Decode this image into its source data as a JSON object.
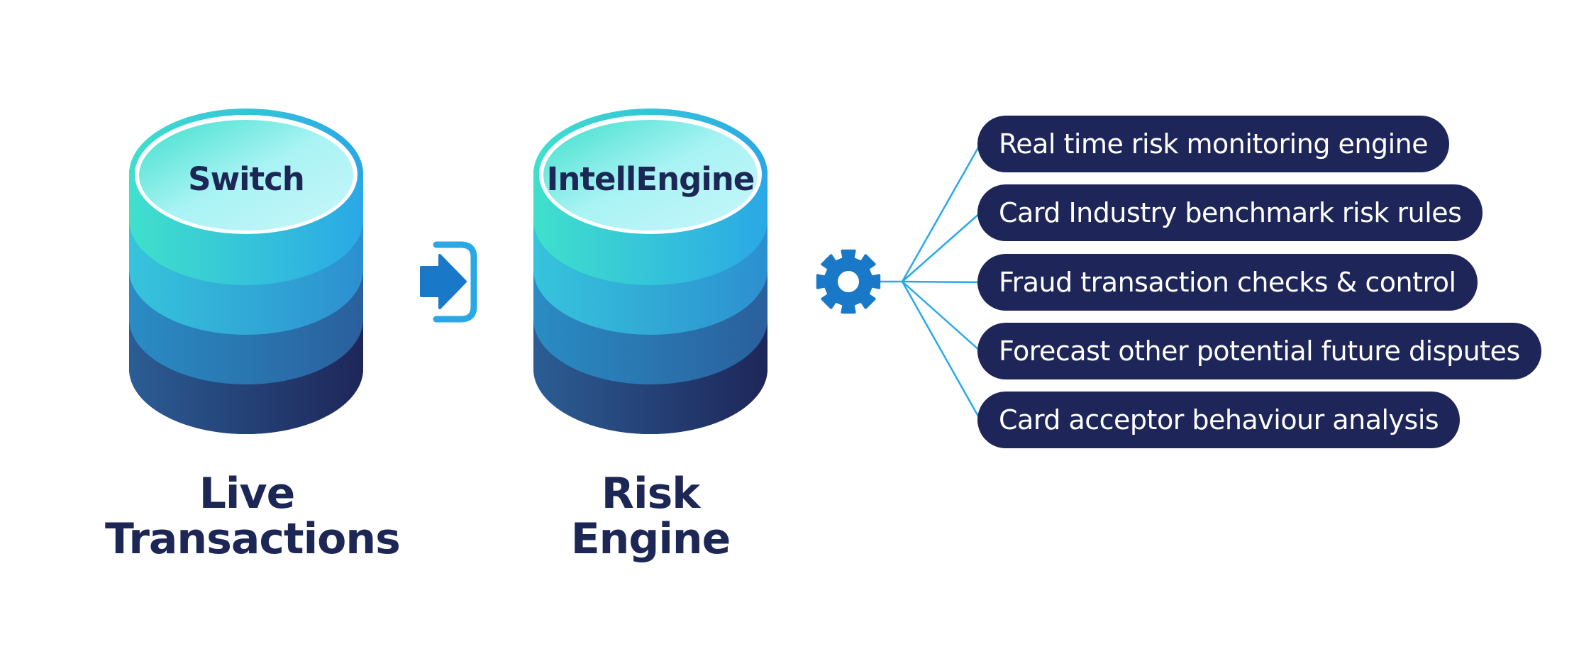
{
  "colors": {
    "navy": "#1e2659",
    "label_text": "#1c2756",
    "mint": "#40e0cc",
    "sky": "#2aa8e6",
    "arrow_blue": "#1a78c9",
    "gear_blue": "#1a78c9",
    "connector": "#2aa8e6"
  },
  "databases": [
    {
      "top_label": "Switch",
      "caption_line1": "Live",
      "caption_line2": "Transactions"
    },
    {
      "top_label": "IntellEngine",
      "caption_line1": "Risk",
      "caption_line2": "Engine"
    }
  ],
  "icons": {
    "flow": "arrow-into-bracket-icon",
    "settings": "gear-icon"
  },
  "features": [
    "Real time risk monitoring engine",
    "Card Industry benchmark risk rules",
    "Fraud transaction checks & control",
    "Forecast other potential future disputes",
    "Card acceptor behaviour analysis"
  ]
}
